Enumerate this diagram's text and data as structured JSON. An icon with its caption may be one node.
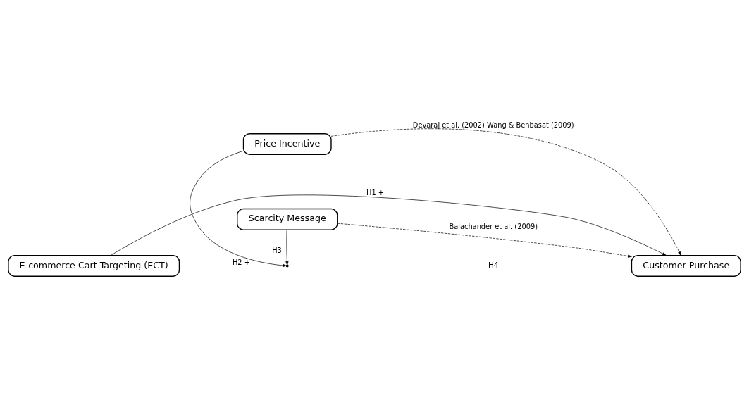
{
  "diagram": {
    "nodes": [
      {
        "text": [
          "Price Incentive"
        ]
      },
      {
        "text": [
          "E-commerce Cart Targeting (ECT)"
        ]
      },
      {
        "text": [
          "Customer Purchase"
        ]
      },
      {
        "text": [
          "Scarcity Message"
        ]
      }
    ],
    "edges": [
      {
        "from": 1,
        "to": 2,
        "arrow": "to",
        "label": "H1 +"
      },
      {
        "from": 0,
        "to": null,
        "arrow": "to",
        "label": "H2 +"
      },
      {
        "from": 3,
        "to": null,
        "arrow": "to",
        "label": "H3 -"
      },
      {
        "from": 0,
        "to": 2,
        "arrow": "to",
        "style": "dashed",
        "label": "Devaraj et al. (2002) Wang & Benbasat (2009)"
      },
      {
        "from": 3,
        "to": 2,
        "arrow": "to",
        "style": "dashed",
        "label": "Balachander et al. (2009)"
      }
    ],
    "labels": [
      "H4"
    ]
  }
}
